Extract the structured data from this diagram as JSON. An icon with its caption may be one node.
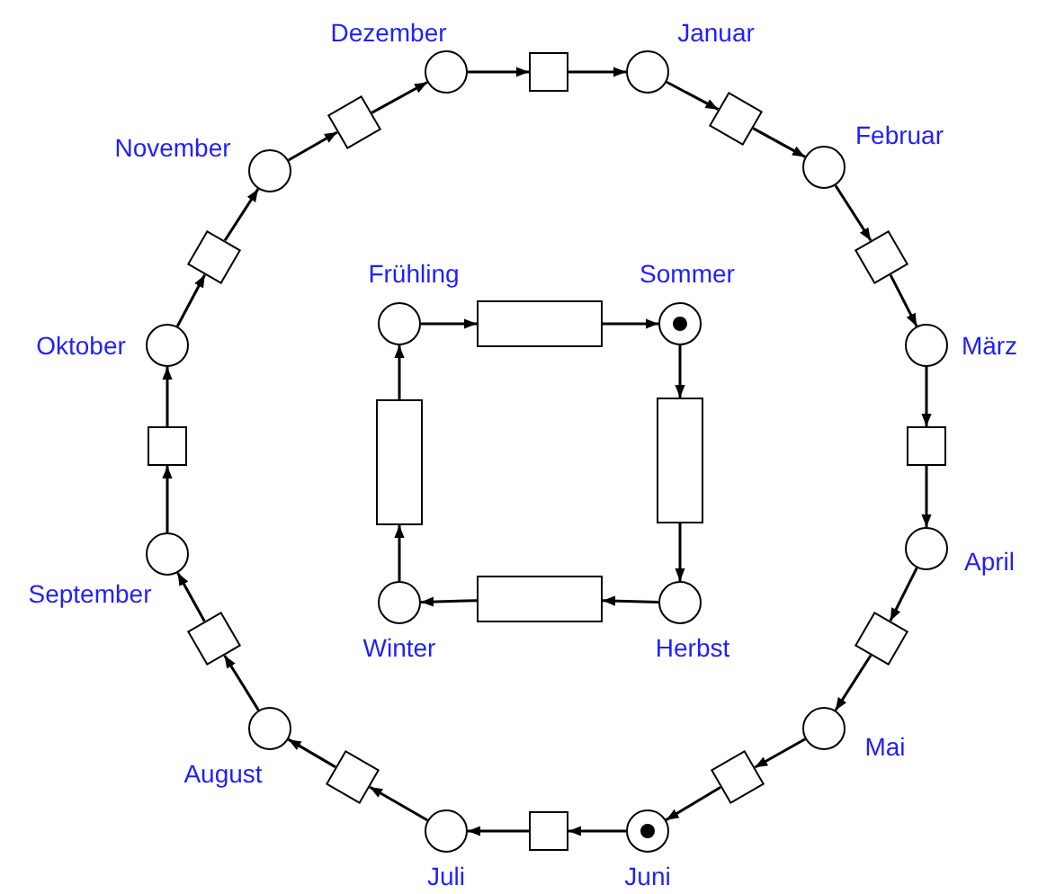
{
  "diagram": {
    "nodes": [
      {
        "text": [],
        "shape": "circle",
        "beside": [
          "Januar"
        ]
      },
      {
        "text": [],
        "shape": "box"
      },
      {
        "text": [],
        "shape": "circle",
        "beside": [
          "Februar"
        ]
      },
      {
        "text": [],
        "shape": "box"
      },
      {
        "text": [],
        "shape": "circle",
        "beside": [
          "März"
        ]
      },
      {
        "text": [],
        "shape": "box"
      },
      {
        "text": [],
        "shape": "circle",
        "beside": [
          "April"
        ]
      },
      {
        "text": [],
        "shape": "box"
      },
      {
        "text": [],
        "shape": "circle",
        "beside": [
          "Mai"
        ]
      },
      {
        "text": [],
        "shape": "box"
      },
      {
        "text": [],
        "shape": "circle",
        "beside": [
          "Juni"
        ]
      },
      {
        "text": [],
        "shape": "box"
      },
      {
        "text": [],
        "shape": "circle",
        "beside": [
          "Juli"
        ]
      },
      {
        "text": [],
        "shape": "box"
      },
      {
        "text": [],
        "shape": "circle",
        "beside": [
          "August"
        ]
      },
      {
        "text": [],
        "shape": "box"
      },
      {
        "text": [],
        "shape": "circle",
        "beside": [
          "September"
        ]
      },
      {
        "text": [],
        "shape": "box"
      },
      {
        "text": [],
        "shape": "circle",
        "beside": [
          "Oktober"
        ]
      },
      {
        "text": [],
        "shape": "box"
      },
      {
        "text": [],
        "shape": "circle",
        "beside": [
          "November"
        ]
      },
      {
        "text": [],
        "shape": "box"
      },
      {
        "text": [],
        "shape": "circle",
        "beside": [
          "Dezember"
        ]
      },
      {
        "text": [],
        "shape": "box"
      },
      {
        "text": [],
        "shape": "circle",
        "beside": [
          "Frühling"
        ]
      },
      {
        "text": [],
        "shape": "box"
      },
      {
        "text": [],
        "shape": "circle",
        "beside": [
          "Sommer"
        ]
      },
      {
        "text": [],
        "shape": "box"
      },
      {
        "text": [],
        "shape": "circle",
        "beside": [
          "Herbst"
        ]
      },
      {
        "text": [],
        "shape": "box"
      },
      {
        "text": [],
        "shape": "circle",
        "beside": [
          "Winter"
        ]
      },
      {
        "text": [],
        "shape": "box"
      },
      {
        "text": [],
        "shape": "dot",
        "in": 10
      },
      {
        "text": [],
        "shape": "dot",
        "in": 26
      }
    ],
    "edges": [
      {
        "from": 0,
        "to": 1,
        "arrow": "to"
      },
      {
        "from": 1,
        "to": 2,
        "arrow": "to"
      },
      {
        "from": 2,
        "to": 3,
        "arrow": "to"
      },
      {
        "from": 3,
        "to": 4,
        "arrow": "to"
      },
      {
        "from": 4,
        "to": 5,
        "arrow": "to"
      },
      {
        "from": 5,
        "to": 6,
        "arrow": "to"
      },
      {
        "from": 6,
        "to": 7,
        "arrow": "to"
      },
      {
        "from": 7,
        "to": 8,
        "arrow": "to"
      },
      {
        "from": 8,
        "to": 9,
        "arrow": "to"
      },
      {
        "from": 9,
        "to": 10,
        "arrow": "to"
      },
      {
        "from": 10,
        "to": 11,
        "arrow": "to"
      },
      {
        "from": 11,
        "to": 12,
        "arrow": "to"
      },
      {
        "from": 12,
        "to": 13,
        "arrow": "to"
      },
      {
        "from": 13,
        "to": 14,
        "arrow": "to"
      },
      {
        "from": 14,
        "to": 15,
        "arrow": "to"
      },
      {
        "from": 15,
        "to": 16,
        "arrow": "to"
      },
      {
        "from": 16,
        "to": 17,
        "arrow": "to"
      },
      {
        "from": 17,
        "to": 18,
        "arrow": "to"
      },
      {
        "from": 18,
        "to": 19,
        "arrow": "to"
      },
      {
        "from": 19,
        "to": 20,
        "arrow": "to"
      },
      {
        "from": 20,
        "to": 21,
        "arrow": "to"
      },
      {
        "from": 21,
        "to": 22,
        "arrow": "to"
      },
      {
        "from": 22,
        "to": 23,
        "arrow": "to"
      },
      {
        "from": 23,
        "to": 0,
        "arrow": "to"
      },
      {
        "from": 24,
        "to": 25,
        "arrow": "to"
      },
      {
        "from": 25,
        "to": 26,
        "arrow": "to"
      },
      {
        "from": 26,
        "to": 27,
        "arrow": "to"
      },
      {
        "from": 27,
        "to": 28,
        "arrow": "to"
      },
      {
        "from": 28,
        "to": 29,
        "arrow": "to"
      },
      {
        "from": 29,
        "to": 30,
        "arrow": "to"
      },
      {
        "from": 30,
        "to": 31,
        "arrow": "to"
      },
      {
        "from": 31,
        "to": 24,
        "arrow": "to"
      }
    ]
  }
}
